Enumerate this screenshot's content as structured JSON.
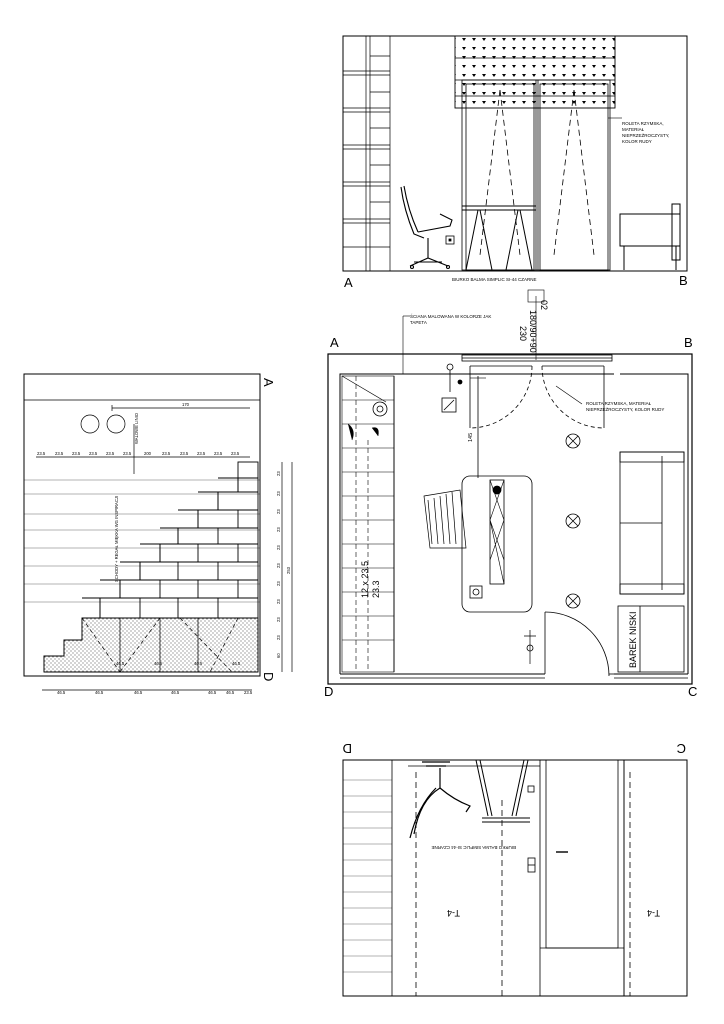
{
  "elevation_ab": {
    "letters": [
      "A",
      "B"
    ],
    "caption": "BIURKO BALMA SIMPLIC SI-44 CZARNE",
    "note_roller_lines": [
      "ROLETA RZYMSKA,",
      "MATERIAŁ",
      "NIEPRZEŹROCZYSTY,",
      "KOLOR RUDY"
    ]
  },
  "plan": {
    "corners": {
      "a": "A",
      "b": "B",
      "c": "C",
      "d": "D"
    },
    "wall_note_lines": [
      "ŚCIANA MALOWANA W KOLORZE JAK",
      "TAPETA"
    ],
    "door_tag": "02",
    "door_dims": "180/90+90",
    "door_height": "230",
    "dim_145": "145",
    "stairs_label": "12 x 23.5",
    "stairs_total": "23.3",
    "roller_note_lines": [
      "ROLETA RZYMSKA, MATERIAŁ",
      "NIEPRZEŹROCZYSTY, KOLOR RUDY"
    ],
    "barek_label": "BAREK NISKI"
  },
  "elevation_stairs": {
    "letters": {
      "a": "A",
      "d": "D"
    },
    "top_dim": "170",
    "second_dim": "200",
    "vertical_note": "WALOWE LINIO",
    "spacing_dims": [
      "23.5",
      "23.5",
      "23.5",
      "23.5",
      "23.5",
      "23.5",
      "23.5",
      "23.5",
      "23.5",
      "23.5",
      "23.5"
    ],
    "stair_note": "SCHODY + REGAŁ MIĘKKA WG INSPIRACJI",
    "right_dims": [
      "23",
      "23",
      "23",
      "23",
      "23",
      "23",
      "23",
      "23",
      "23",
      "23"
    ],
    "right_dim_total": "253",
    "right_dim_base": "60",
    "bottom_dims": [
      "46.5",
      "46.5",
      "46.5",
      "46.5",
      "46.5",
      "46.5",
      "23.5"
    ],
    "cabinet_dims": [
      "46.5",
      "46.5",
      "46.5",
      "46.5"
    ]
  },
  "elevation_cd": {
    "letters": {
      "c": "C",
      "d": "D"
    },
    "caption": "BIURKO BALMA SIMPLIC SI-44 CZARNE",
    "tags": [
      "T-4",
      "T-4"
    ]
  }
}
